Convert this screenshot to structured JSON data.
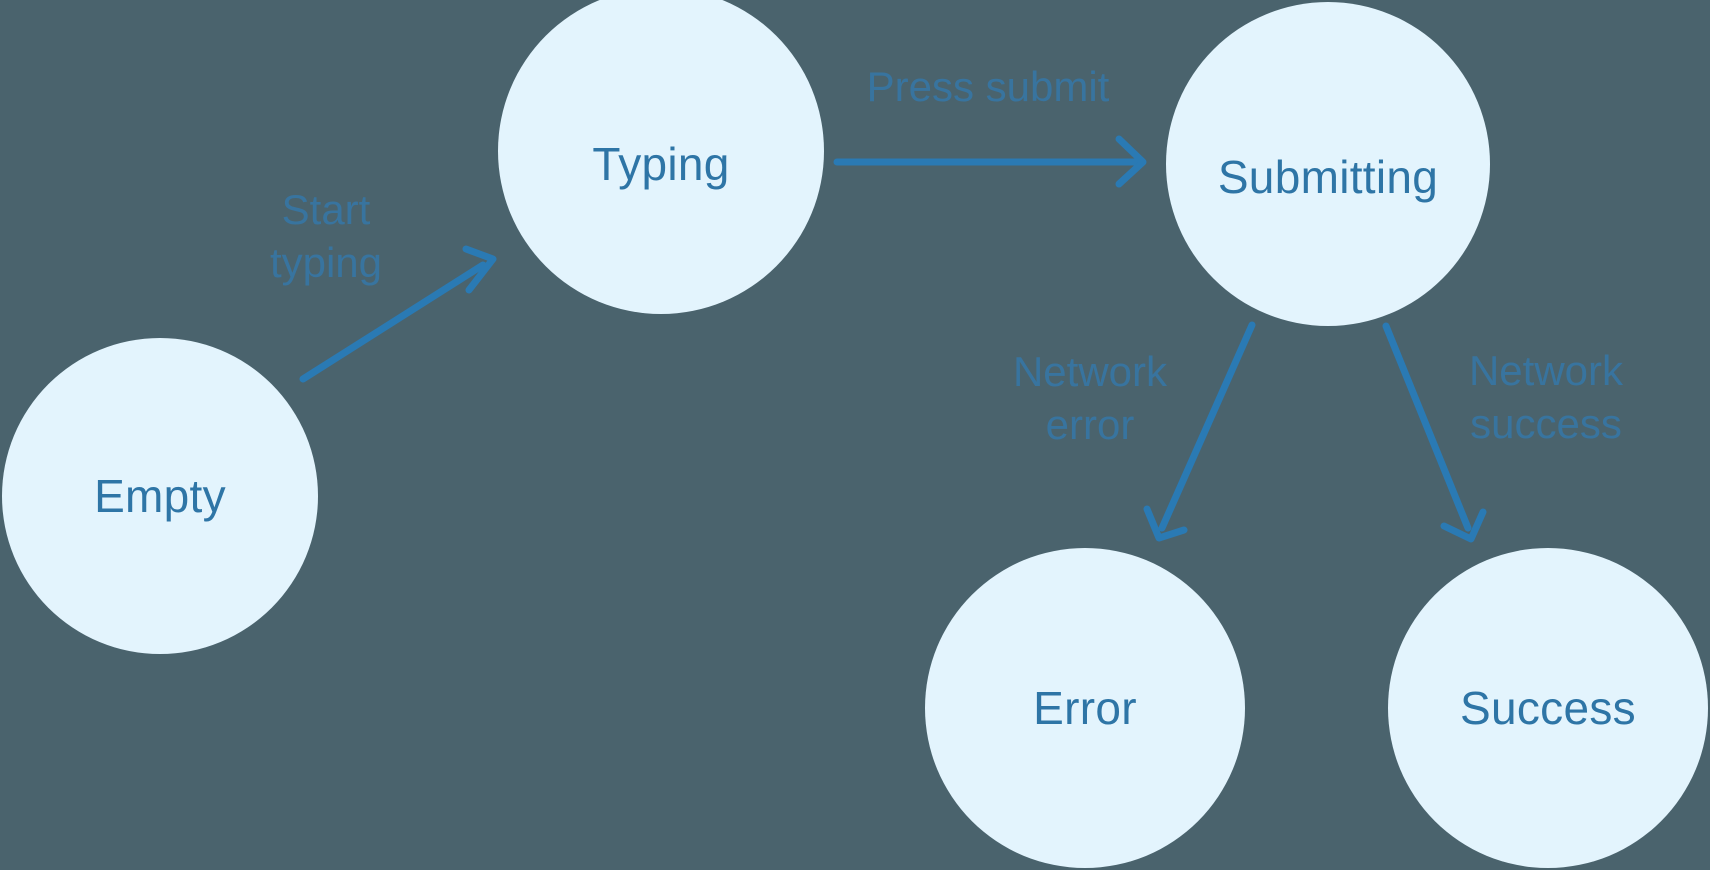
{
  "diagram": {
    "type": "state-machine-flow",
    "colors": {
      "background": "#4A636D",
      "node_fill": "#E3F4FD",
      "node_text": "#2E75A6",
      "edge_label_text": "#38749F",
      "arrow": "#2A7AB4"
    },
    "nodes": [
      {
        "id": "empty",
        "label": "Empty"
      },
      {
        "id": "typing",
        "label": "Typing"
      },
      {
        "id": "submitting",
        "label": "Submitting"
      },
      {
        "id": "error",
        "label": "Error"
      },
      {
        "id": "success",
        "label": "Success"
      }
    ],
    "edges": [
      {
        "from": "empty",
        "to": "typing",
        "label": "Start typing"
      },
      {
        "from": "typing",
        "to": "submitting",
        "label": "Press submit"
      },
      {
        "from": "submitting",
        "to": "error",
        "label": "Network error"
      },
      {
        "from": "submitting",
        "to": "success",
        "label": "Network success"
      }
    ]
  }
}
